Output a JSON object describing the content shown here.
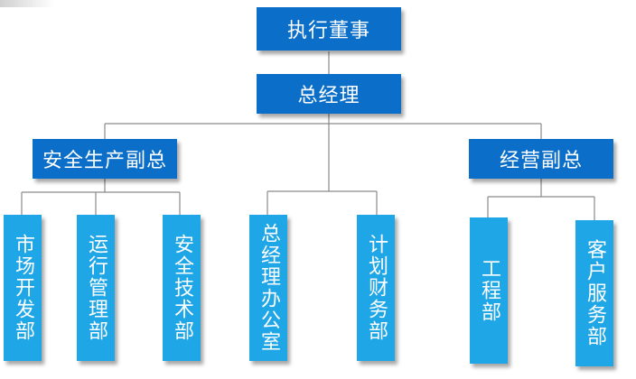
{
  "org_chart": {
    "top": "执行董事",
    "gm": "总经理",
    "vp_safety": "安全生产副总",
    "vp_business": "经营副总",
    "departments": {
      "market": "市场开发部",
      "operations": "运行管理部",
      "safety_tech": "安全技术部",
      "gm_office": "总经理办公室",
      "finance": "计划财务部",
      "engineering": "工程部",
      "customer": "客户服务部"
    }
  },
  "colors": {
    "dark_box": "#0b6fc9",
    "light_box": "#1fa6e6",
    "line": "#8a8a8a"
  }
}
